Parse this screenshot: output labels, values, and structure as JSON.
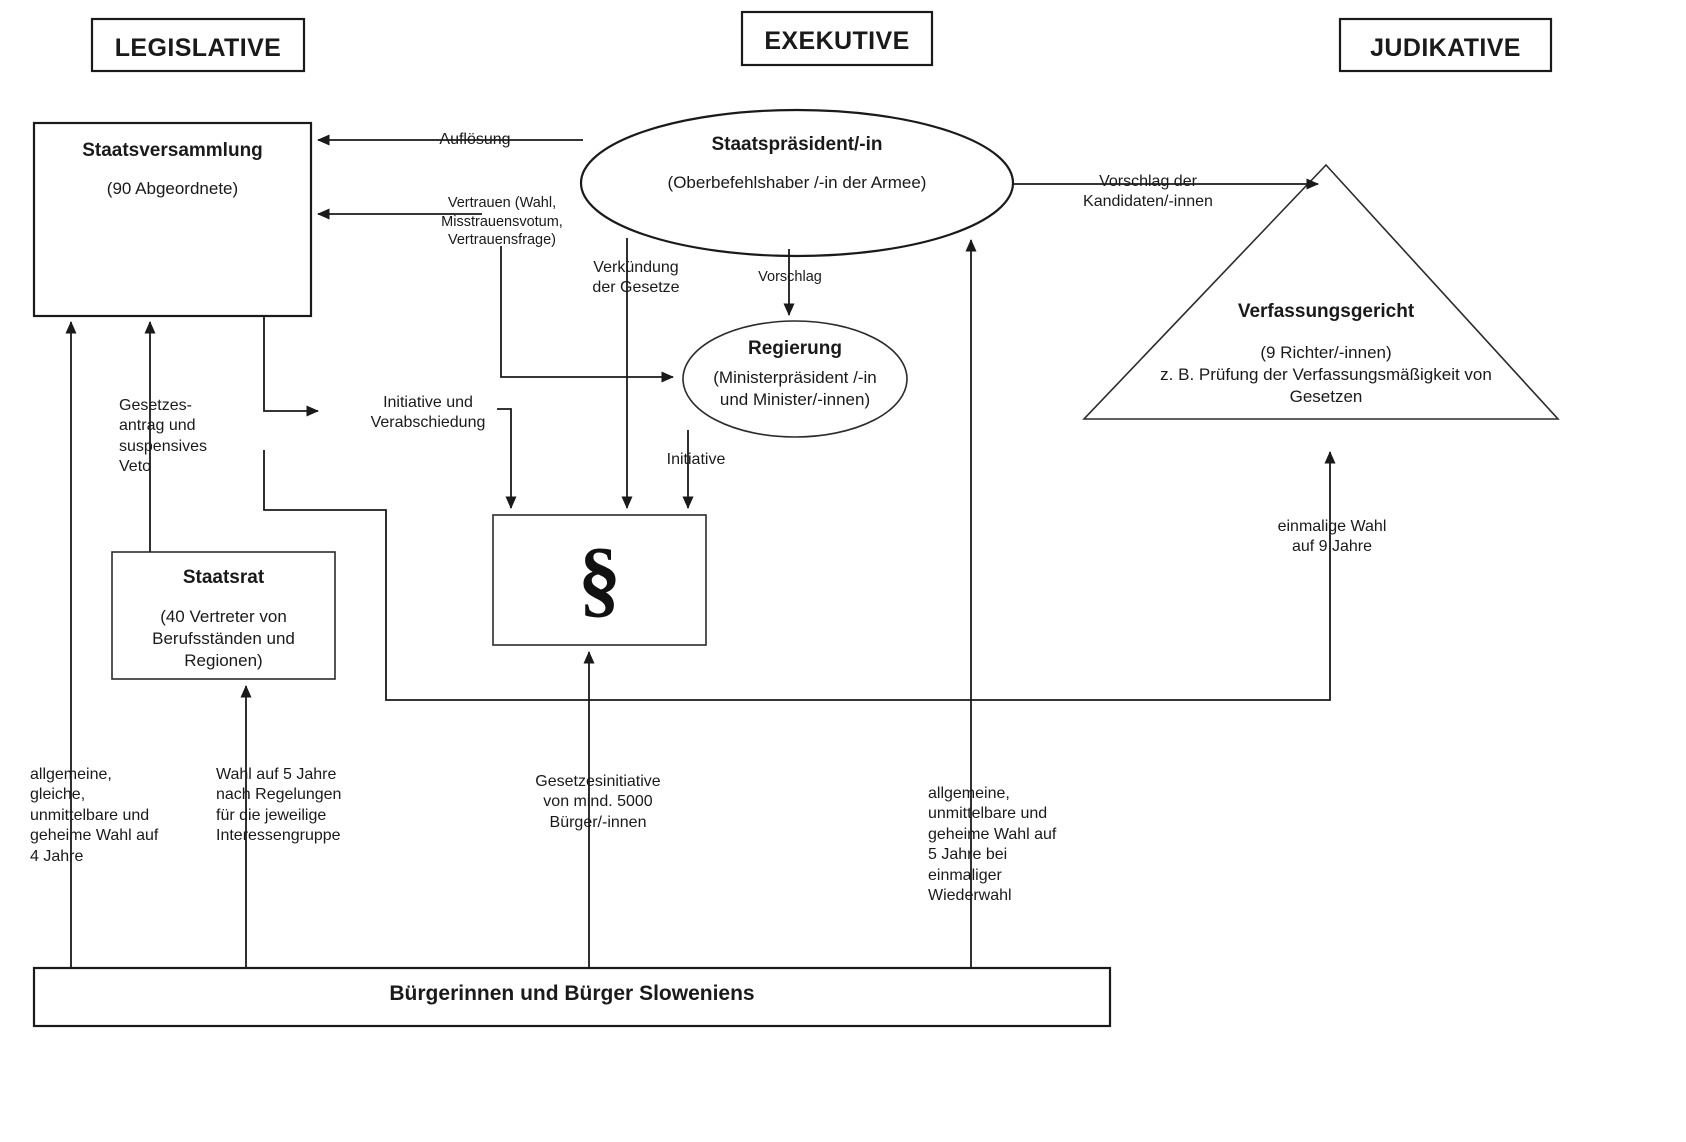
{
  "diagram": {
    "title_headers": [
      {
        "id": "legislative",
        "label": "LEGISLATIVE"
      },
      {
        "id": "exekutive",
        "label": "EXEKUTIVE"
      },
      {
        "id": "judikative",
        "label": "JUDIKATIVE"
      }
    ],
    "nodes": {
      "staatsversammlung": {
        "title": "Staatsversammlung",
        "sub": "(90 Abgeordnete)"
      },
      "staatsrat": {
        "title": "Staatsrat",
        "sub": "(40 Vertreter von\nBerufsständen und\nRegionen)"
      },
      "staatspraesident": {
        "title": "Staatspräsident/-in",
        "sub": "(Oberbefehlshaber /-in der Armee)"
      },
      "regierung": {
        "title": "Regierung",
        "sub": "(Ministerpräsident /-in\nund Minister/-innen)"
      },
      "verfassungsgericht": {
        "title": "Verfassungsgericht",
        "sub": "(9 Richter/-innen)\nz. B. Prüfung der Verfassungsmäßigkeit von\nGesetzen"
      },
      "gesetze": {
        "glyph": "§"
      },
      "buerger": {
        "title": "Bürgerinnen und Bürger Sloweniens"
      }
    },
    "edge_labels": {
      "aufloesung": "Auflösung",
      "vertrauen": "Vertrauen (Wahl,\nMisstrauensvotum,\nVertrauensfrage)",
      "verkuendung": "Verkündung\nder Gesetze",
      "vorschlag": "Vorschlag",
      "vorschlag_kandidaten": "Vorschlag der\nKandidaten/-innen",
      "gesetzesantrag": "Gesetzes-\nantrag und\nsuspensives\nVeto",
      "initiative_verabschiedung": "Initiative und\nVerabschiedung",
      "initiative": "Initiative",
      "einmalige_wahl": "einmalige Wahl\nauf 9 Jahre",
      "wahl_4_jahre": "allgemeine,\ngleiche,\nunmittelbare und\ngeheime Wahl auf\n4 Jahre",
      "wahl_5_jahre_interessen": "Wahl auf 5 Jahre\nnach Regelungen\nfür die jeweilige\nInteressengruppe",
      "gesetzesinitiative": "Gesetzesinitiative\nvon mind. 5000\nBürger/-innen",
      "wahl_praesident": "allgemeine,\nunmittelbare und\ngeheime Wahl auf\n5 Jahre bei\neinmaliger\nWiederwahl"
    },
    "colors": {
      "line": "#1a1a1a",
      "text": "#1a1a1a",
      "background": "#ffffff"
    }
  }
}
